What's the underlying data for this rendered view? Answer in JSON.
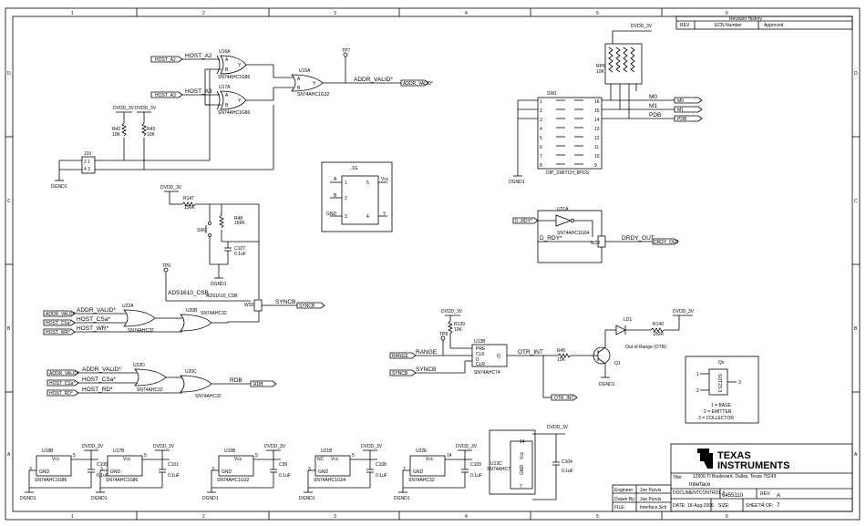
{
  "border": {
    "cols": [
      "1",
      "2",
      "3",
      "4",
      "5",
      "6"
    ],
    "rows": [
      "D",
      "C",
      "B",
      "A"
    ]
  },
  "revision": {
    "title": "Revision History",
    "headers": [
      "REV",
      "ECN Number",
      "Approved"
    ]
  },
  "title_block": {
    "company_line1": "TEXAS",
    "company_line2": "INSTRUMENTS",
    "address": "12500 TI Boulevard. Dallas, Texas 75243",
    "title_label": "Title:",
    "title": "Interface",
    "doc_label": "DOCUMENTCONTROL #",
    "doc_number": "6455110",
    "rev_label": "REV:",
    "rev": "A",
    "engineer_label": "Engineer:",
    "engineer": "Joe Purvis",
    "drawn_label": "Drawn By:",
    "drawn_by": "Joe Purvis",
    "file_label": "FILE:",
    "file": "Interface.Sch",
    "date_label": "DATE:",
    "date": "18-Aug-2006",
    "size_label": "SIZE:",
    "sheet_label": "SHEET:",
    "sheet": "4",
    "of_label": "OF:",
    "of": "7"
  },
  "schematic": {
    "host_a2_port": "HOST_A2",
    "host_a2_net": "HOST_A2",
    "host_a3_port": "HOST_A3",
    "host_a3_net": "HOST_A3",
    "u16a": "U16A",
    "u16a_part": "SN74AHC1G86",
    "u17a": "U17A",
    "u17a_part": "SN74AHC1G86",
    "u15a": "U15A",
    "u15a_part": "SN74AHC1G32",
    "tp7": "TP7",
    "addr_valid_net": "ADDR_VALID*",
    "addr_valid_port": "ADDR_VALID*",
    "dvdd": "DVDD_3V",
    "r42": "R42",
    "r43": "R43",
    "r10k": "10K",
    "j19": "J19",
    "dgnd": "DGND1",
    "gate_title": "..1G",
    "a": "A",
    "b": "B",
    "y": "Y",
    "gnd": "GND",
    "vcc": "Vcc",
    "r147": "R147",
    "r147_val": "150K",
    "r48": "R48",
    "r48_val": "169K",
    "sw3": "SW3",
    "c107": "C107",
    "c107_val": "0.1uF",
    "tp6": "TP6",
    "ads_net": "ADS1610_CSB",
    "ads_port": "ADS1610_CSB",
    "w20": "W20",
    "syncb_net": "SYNCB",
    "syncb_port": "SYNCB",
    "u22a": "U22A",
    "u20b": "U20B",
    "u22d": "U22D",
    "u20c": "U20C",
    "sn74ahc32": "SN74AHC32",
    "addr_valid_port2": "ADDR_VALID*",
    "host_cs_port": "HOST_CSa*",
    "host_wr_port": "HOST_WR*",
    "addr_valid_net2": "ADDR_VALID*",
    "host_cs_net": "HOST_CSa*",
    "host_wr_net": "HOST_WR*",
    "addr_valid_port3": "ADDR_VALID*",
    "host_cs_port2": "HOST_CSa*",
    "host_rd_port": "HOST_RD*",
    "addr_valid_net3": "ADDR_VALID*",
    "host_cs_net2": "HOST_CSa*",
    "host_rd_net": "HOST_RD*",
    "rdb_net": "RDB",
    "rdb_port": "RDB",
    "rp6": "RP6",
    "rp6_val": "10K",
    "sw1": "SW1",
    "sw1_part": "DIP_SWITCH_8POS",
    "m0": "M0",
    "m1": "M1",
    "pdb": "PDB",
    "m0_port": "M0",
    "m1_port": "M1",
    "pdb_port": "PDB",
    "u21a": "U21A",
    "u21a_part": "SN74AHC1G04",
    "drdy_port": "D_RDY*",
    "drdy_net": "D_RDY*",
    "w22": "W22",
    "drdy_out_net": "DRDY_OUT",
    "drdy_out_port": "DRDY_OUT",
    "r139": "R139",
    "r139_val": "10K",
    "tp8": "TP8",
    "range_port": "RANGE",
    "range_net": "RANGE",
    "u13b": "U13B",
    "u13b_part": "SN74AHC74",
    "pre": "PRE",
    "clk": "CLK",
    "clr": "CLR",
    "d": "D",
    "q": "Q",
    "syncb_port2": "SYNCB",
    "syncb_net2": "SYNCB",
    "otr_int_net": "OTR_INT",
    "otr_int_port": "OTR_INT",
    "r45": "R45",
    "r45_val": "10K",
    "q1": "Q1",
    "ld1": "LD1",
    "r140": "R140",
    "r140_val": "150R",
    "otr_note": "Out of Range (OTR)",
    "qx": "Qx",
    "sot": "SOT23-3",
    "pin_note1": "1 = BASE",
    "pin_note2": "2 = EMITTER",
    "pin_note3": "3 = COLLECTOR",
    "u18b": "U18B",
    "u18b_part": "SN74AHC1G86",
    "c100": "C100",
    "u17b": "U17B",
    "u17b_part": "SN74AHC1G86",
    "c101": "C101",
    "u15b": "U15B",
    "u15b_part": "SN74AHC1G32",
    "c99": "C99",
    "u21b": "U21B",
    "u21b_part": "SN74AHC1G04",
    "c108": "C108",
    "u22e": "U22E",
    "u22e_part": "SN74AHC32",
    "c109": "C109",
    "u13c": "U13C",
    "u13c_part": "SN74AHC74",
    "c104": "C104",
    "nc": "NC",
    "cap_val": "0.1uF"
  }
}
